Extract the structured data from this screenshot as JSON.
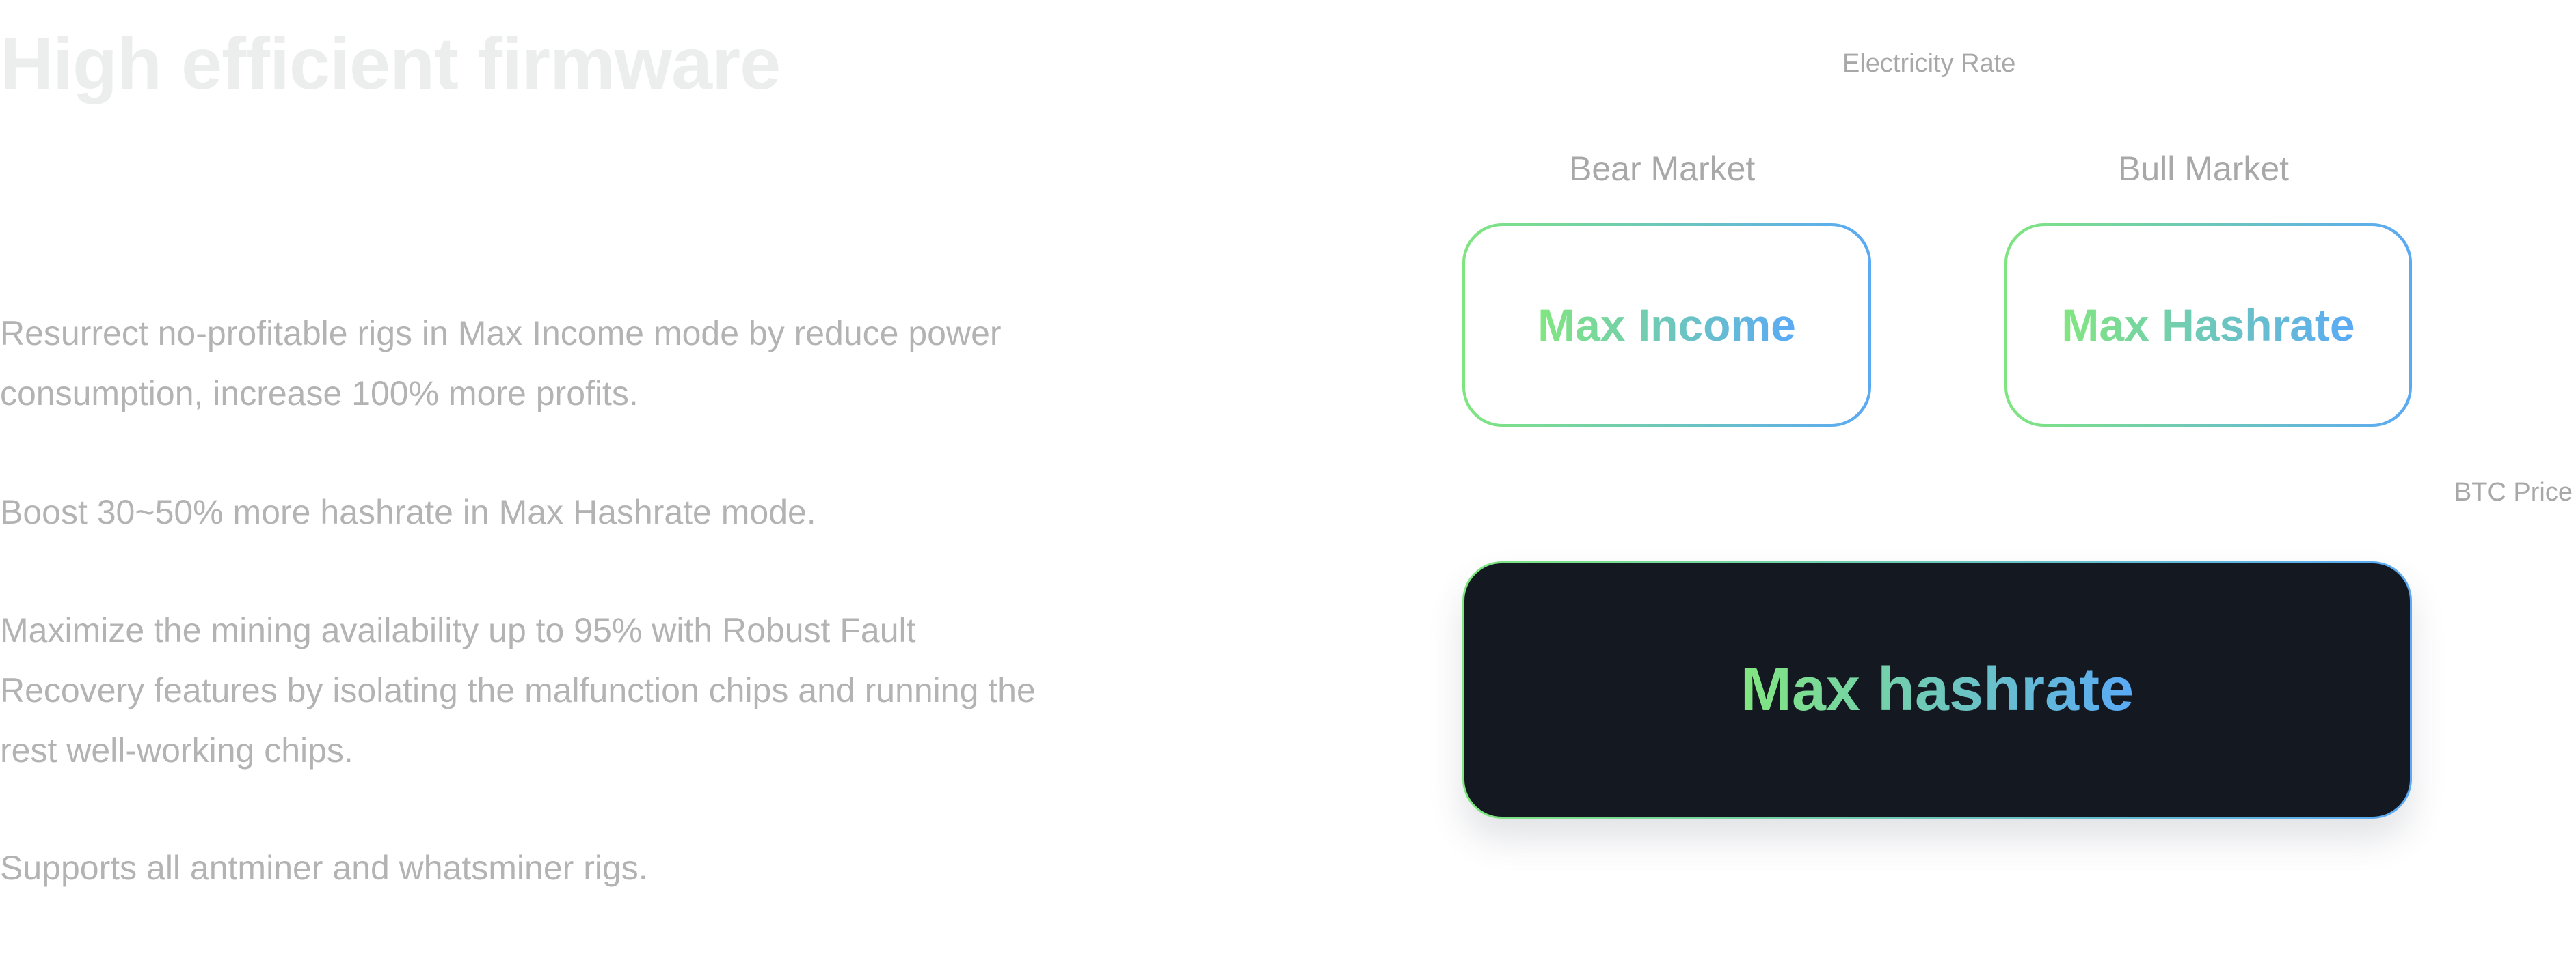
{
  "title": "High efficient firmware",
  "paragraphs": [
    [
      "Resurrect no-profitable rigs in Max Income mode  by reduce power",
      "consumption, increase 100%  more profits."
    ],
    [
      "Boost 30~50% more hashrate in Max Hashrate  mode."
    ],
    [
      "Maximize the mining availability up to 95% with  Robust Fault",
      "Recovery features by isolating the  malfunction chips and running the",
      "rest  well-working chips."
    ],
    [
      "Supports all antminer and whatsminer rigs."
    ]
  ],
  "diagram": {
    "electricity_rate_label": "Electricity Rate",
    "btc_price_label": "BTC Price",
    "bear_market_label": "Bear Market",
    "bull_market_label": "Bull Market",
    "bear_card": "Max Income",
    "bull_card": "Max Hashrate",
    "result_card": "Max hashrate"
  },
  "colors": {
    "gradient_start": "#82e67f",
    "gradient_end": "#5aaaf6",
    "dark_card": "#141820",
    "title": "#ebeeed",
    "body_text": "#b3b3b3"
  }
}
